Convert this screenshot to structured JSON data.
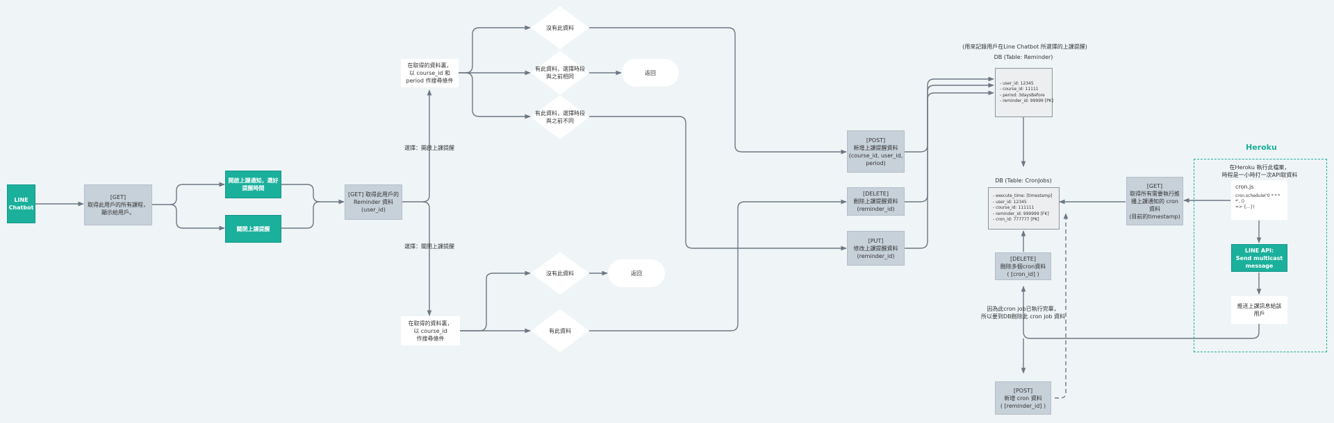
{
  "colors": {
    "teal": "#1bb09c",
    "gray_box": "#c7d1da",
    "edge": "#6b7784",
    "background": "#eff4f6"
  },
  "nodes": {
    "line_chatbot": "LINE\nChatbot",
    "get_courses": "[GET]\n取得此用戶的所有課程，\n顯示給用戶。",
    "enable_reminder": "開啟上課通知，選好\n提醒時間",
    "disable_reminder": "關閉上課提醒",
    "get_reminder": "[GET] 取得此用戶的\nReminder 資料\n(user_id)",
    "filter_enable": "在取得的資料裏，\n以 course_id 和\nperiod 作搜尋條件",
    "filter_disable": "在取得的資料裏，\n以 course_id\n作搜尋條件",
    "no_data_top": "沒有此資料",
    "data_same": "有此資料，選擇時段\n與之前相同",
    "data_diff": "有此資料，選擇時段\n與之前不同",
    "return_top": "返回",
    "no_data_bottom": "沒有此資料",
    "return_bottom": "返回",
    "has_data": "有此資料",
    "post_reminder": "[POST]\n新增上課提醒資料\n(course_id, user_id,\nperiod)",
    "delete_reminder": "[DELETE]\n刪除上課提醒資料\n(reminder_id)",
    "put_reminder": "[PUT]\n修改上課提醒資料\n(reminder_id)",
    "delete_cron": "[DELETE]\n刪除多個cron資料\n( [cron_id] )",
    "post_cron": "[POST]\n新增 cron 資料\n( [reminder_id] )",
    "get_cron": "[GET]\n取得所有需要執行推\n播上課通知的 cron\n資料\n(目前的timestamp)",
    "line_api": "LINE API:\nSend multicast\nmessage",
    "push_notice": "推送上課訊息給該\n用戶"
  },
  "labels": {
    "choose_enable": "選擇：開啟上課提醒",
    "choose_disable": "選擇：關閉上課提醒",
    "reminder_note": "(用來記錄用戶在Line Chatbot 所選擇的上課提醒)",
    "reminder_db_title": "DB (Table: Reminder)",
    "cron_db_title": "DB (Table: CronJobs)",
    "cron_delete_reason": "因為此cron job已執行完畢，\n所以要到DB刪除此 cron job 資料",
    "heroku_title": "Heroku",
    "heroku_desc": "在Heroku 執行此檔案，\n時程是一小時打一次API取資料"
  },
  "db_reminder": [
    "- user_id: 12345",
    "- course_id: 11111",
    "- period: 3daysBefore",
    "- reminder_id: 99999 [PK]"
  ],
  "db_cron": [
    "- execute_time: [timestamp]",
    "- user_id: 12345",
    "- course_id: 111111",
    "- reminder_id: 999999 [FK]",
    "- cron_id: 777777 [PK]"
  ],
  "cron_js": {
    "filename": "cron.js",
    "code": "cron.schedule('0 * * * *', ()\n=> {...})"
  }
}
